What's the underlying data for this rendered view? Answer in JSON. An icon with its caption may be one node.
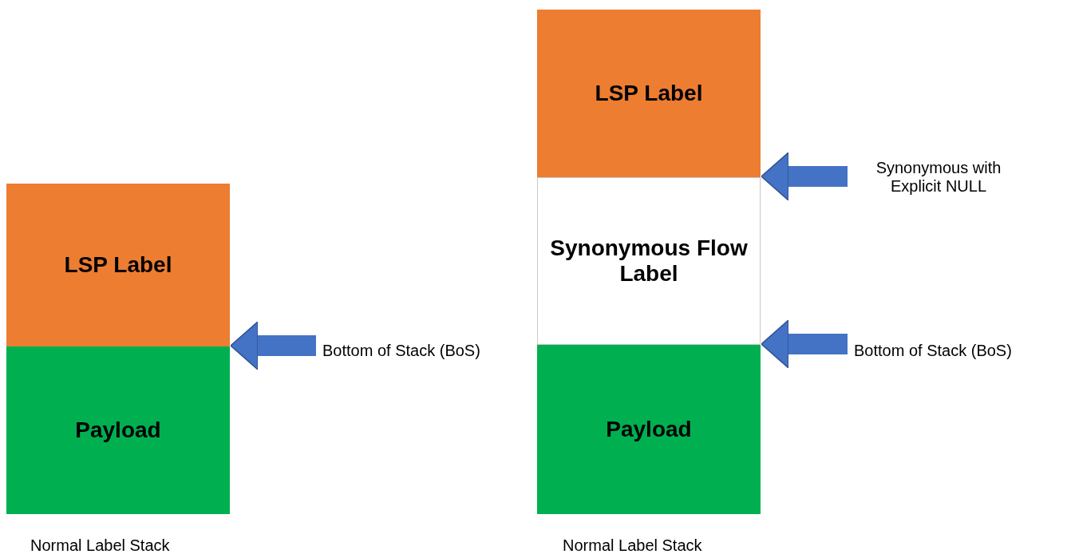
{
  "diagram": {
    "nodes": [
      {
        "text": [
          "LSP Label"
        ]
      },
      {
        "text": [
          "Payload"
        ]
      },
      {
        "text": [
          "LSP Label"
        ]
      },
      {
        "text": [
          "Synonymous Flow Label"
        ]
      },
      {
        "text": [
          "Payload"
        ]
      },
      {
        "text": [
          "Bottom of Stack (BoS)"
        ]
      },
      {
        "text": [
          "Synonymous with Explicit NULL"
        ]
      },
      {
        "text": [
          "Bottom of Stack (BoS)"
        ]
      }
    ],
    "edges": [
      {
        "from": 5,
        "to": 0,
        "arrow": "to"
      },
      {
        "from": 6,
        "to": 2,
        "arrow": "to"
      },
      {
        "from": 7,
        "to": 3,
        "arrow": "to"
      }
    ],
    "labels": [
      "Normal Label Stack",
      "Normal Label Stack"
    ]
  }
}
